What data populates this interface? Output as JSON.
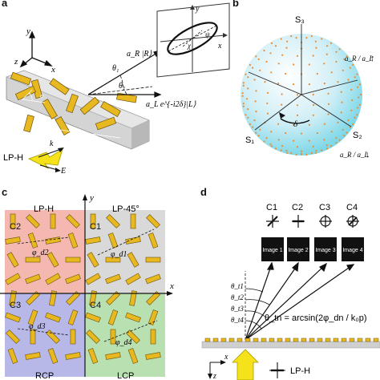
{
  "panels": {
    "a": {
      "letter": "a",
      "axes": {
        "x": "x",
        "y": "y",
        "z": "z"
      },
      "inset_axes": {
        "x": "x",
        "y": "y"
      },
      "inset_angles": {
        "psi": "ψ",
        "chi": "χ"
      },
      "beam_R": "a_R |R⟩",
      "beam_L": "a_L e^{-i2δ}|L⟩",
      "theta1": "θ₁",
      "angles": {
        "phi_a": "φ",
        "phi_b": "φ",
        "phi_d": "φ_d"
      },
      "input_label": "LP-H",
      "k_label": "k",
      "e_label": "E"
    },
    "b": {
      "letter": "b",
      "s1": "S₁",
      "s2": "S₂",
      "s3": "S₃",
      "delta": "δ",
      "ratio_top": "a_R / a_L",
      "ratio_bottom": "a_R / a_L",
      "up_arrow": "↑",
      "down_arrow": "↓"
    },
    "c": {
      "letter": "c",
      "x_label": "x",
      "y_label": "y",
      "quadrants": [
        {
          "title": "LP-H",
          "cell": "C2",
          "phi": "φ_d2",
          "color": "#f5b8b0"
        },
        {
          "title": "LP-45°",
          "cell": "C1",
          "phi": "φ_d1",
          "color": "#d9d9d9"
        },
        {
          "title": "RCP",
          "cell": "C3",
          "phi": "φ_d3",
          "color": "#b8b8e8"
        },
        {
          "title": "LCP",
          "cell": "C4",
          "phi": "φ_d4",
          "color": "#b8e0b0"
        }
      ]
    },
    "d": {
      "letter": "d",
      "cells": [
        "C1",
        "C2",
        "C3",
        "C4"
      ],
      "images": [
        "Image 1",
        "Image 2",
        "Image 3",
        "Image 4"
      ],
      "thetas": [
        "θ_t1",
        "θ_t2",
        "θ_t3",
        "θ_t4"
      ],
      "formula": "θ_tn = arcsin(2φ_dn / k₀p)",
      "input_label": "LP-H",
      "axis_x": "x",
      "axis_z": "z"
    }
  },
  "colors": {
    "gold": "#e8b820",
    "gold_dark": "#8a6a08",
    "orange": "#f08a2a",
    "cyan": "#7fd8e8",
    "yellow_arrow": "#f5e21a"
  }
}
